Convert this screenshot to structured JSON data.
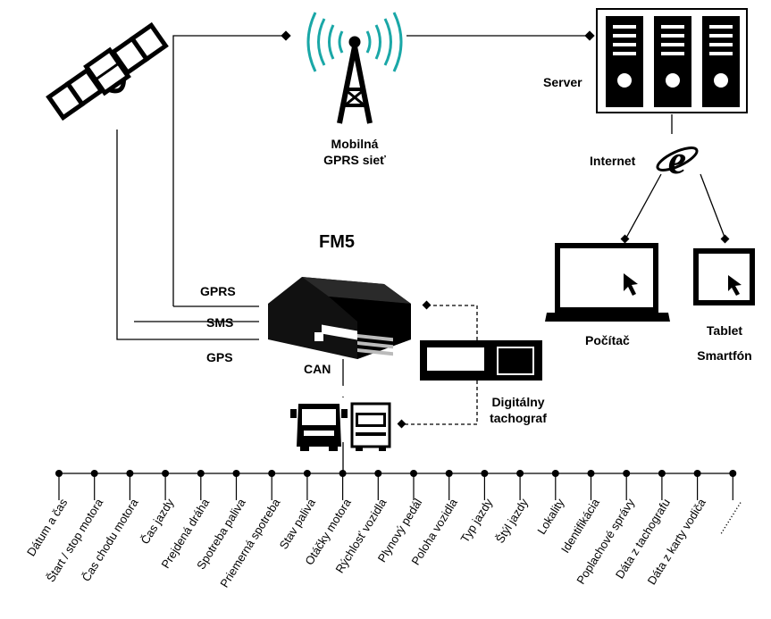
{
  "device": {
    "name": "FM5"
  },
  "network": {
    "line1": "Mobilná",
    "line2": "GPRS sieť"
  },
  "server": {
    "label": "Server"
  },
  "internet": {
    "label": "Internet"
  },
  "computer": {
    "label": "Počítač"
  },
  "tablet": {
    "line1": "Tablet",
    "line2": "Smartfón"
  },
  "tachograph": {
    "line1": "Digitálny",
    "line2": "tachograf"
  },
  "links": {
    "gprs": "GPRS",
    "sms": "SMS",
    "gps": "GPS",
    "can": "CAN"
  },
  "parameters": [
    "Dátum a čas",
    "Štart / stop motora",
    "Čas chodu motora",
    "Čas jazdy",
    "Prejdená dráha",
    "Spotreba paliva",
    "Priemerná spotreba",
    "Stav paliva",
    "Otáčky motora",
    "Rýchlosť vozidla",
    "Plynový pedál",
    "Poloha vozidla",
    "Typ jazdy",
    "Štýl jazdy",
    "Lokality",
    "Identifikácia",
    "Poplachové správy",
    "Dáta z tachografu",
    "Dáta z karty vodiča",
    "............"
  ],
  "icons": [
    "satellite-icon",
    "antenna-tower-icon",
    "server-icon",
    "internet-explorer-icon",
    "laptop-icon",
    "tablet-icon",
    "fm5-device-icon",
    "tachograph-icon",
    "truck-icon",
    "van-icon"
  ]
}
